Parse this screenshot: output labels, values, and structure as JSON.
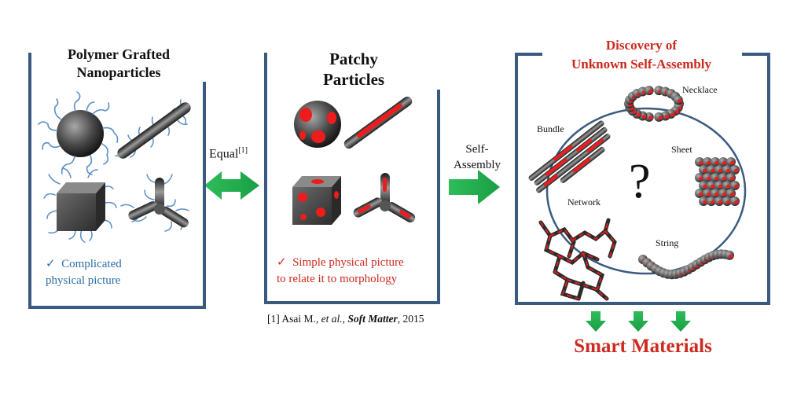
{
  "panel_left": {
    "title_line1": "Polymer Grafted",
    "title_line2": "Nanoparticles",
    "note_check": "✓",
    "note_line1": "Complicated",
    "note_line2": "physical picture"
  },
  "arrow_equal": {
    "label": "Equal",
    "sup": "[1]"
  },
  "panel_middle": {
    "title_line1": "Patchy",
    "title_line2": "Particles",
    "note_check": "✓",
    "note_line1": "Simple physical picture",
    "note_line2": "to relate it to morphology"
  },
  "reference": {
    "prefix": "[1] Asai M., ",
    "etal": "et al.",
    "sep": ", ",
    "journal": "Soft Matter",
    "year": ", 2015"
  },
  "arrow_self": {
    "line1": "Self-",
    "line2": "Assembly"
  },
  "panel_right": {
    "title_line1": "Discovery of",
    "title_line2": "Unknown Self-Assembly",
    "question": "?",
    "labels": {
      "necklace": "Necklace",
      "bundle": "Bundle",
      "sheet": "Sheet",
      "network": "Network",
      "string": "String"
    }
  },
  "bottom": {
    "label": "Smart Materials"
  },
  "colors": {
    "frame": "#3b5a80",
    "red": "#cc2a1e",
    "blue": "#2e6fa8",
    "green": "#22b14c",
    "polymer": "#5b8fc7"
  }
}
